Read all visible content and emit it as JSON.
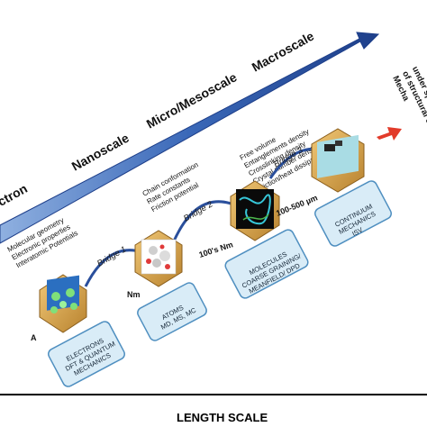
{
  "arrow": {
    "scales": [
      "ectron",
      "Nanoscale",
      "Micro/Mesoscale",
      "Macroscale"
    ]
  },
  "properties": {
    "p1": [
      "Molecular geometry",
      "Electronic properties",
      "Interatomic Potentials"
    ],
    "p2": [
      "Chain conformation",
      "Rate constants",
      "Friction potential"
    ],
    "p3": [
      "Free volume",
      "Entanglements density",
      "Crosslinking density",
      "Crystal number density",
      "Friction/heat dissipation, ..."
    ]
  },
  "bridges": [
    "Bridge 1",
    "Bridge 2",
    "Bridge 3"
  ],
  "size_labels": [
    "A",
    "Nm",
    "100's Nm",
    "100-500 µm"
  ],
  "boxes": [
    [
      "ELECTRONS",
      "DFT & QUANTUM",
      "MECHANICS"
    ],
    [
      "ATOMS",
      "MD, MS, MC"
    ],
    [
      "MOLECULES",
      "COARSE GRAINING/",
      "MEANFIELD/ DPD"
    ],
    [
      "CONTINUUM",
      "MECHANICS",
      "ISV"
    ]
  ],
  "right_text": [
    "Mecha",
    "of structural c",
    "under specific lo"
  ],
  "footer": "LENGTH SCALE",
  "colors": {
    "arrow": "#2a4f9c",
    "box_fill": "#d9ecf7",
    "box_stroke": "#4f8fc0",
    "hex": "#d9a64a",
    "red_arrow": "#e23b2a"
  }
}
